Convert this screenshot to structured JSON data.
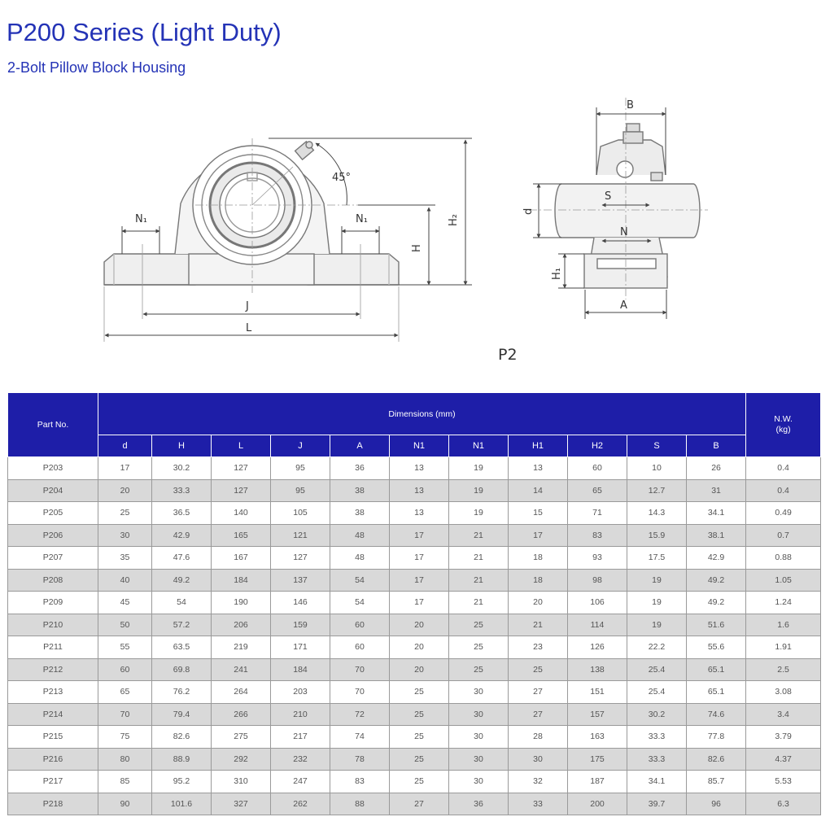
{
  "header": {
    "title": "P200 Series (Light Duty)",
    "subtitle": "2-Bolt Pillow Block Housing"
  },
  "drawing": {
    "labels": {
      "n1_left": "N₁",
      "n1_right": "N₁",
      "angle": "45°",
      "h": "H",
      "h2": "H₂",
      "j": "J",
      "l": "L",
      "b": "B",
      "d": "d",
      "s": "S",
      "n": "N",
      "h1": "H₁",
      "a": "A",
      "model": "P2"
    }
  },
  "table": {
    "part_header": "Part No.",
    "group_header": "Dimensions (mm)",
    "weight_header": "N.W.\n(kg)",
    "columns": [
      "d",
      "H",
      "L",
      "J",
      "A",
      "N1",
      "N1",
      "H1",
      "H2",
      "S",
      "B"
    ],
    "rows": [
      [
        "P203",
        "17",
        "30.2",
        "127",
        "95",
        "36",
        "13",
        "19",
        "13",
        "60",
        "10",
        "26",
        "0.4"
      ],
      [
        "P204",
        "20",
        "33.3",
        "127",
        "95",
        "38",
        "13",
        "19",
        "14",
        "65",
        "12.7",
        "31",
        "0.4"
      ],
      [
        "P205",
        "25",
        "36.5",
        "140",
        "105",
        "38",
        "13",
        "19",
        "15",
        "71",
        "14.3",
        "34.1",
        "0.49"
      ],
      [
        "P206",
        "30",
        "42.9",
        "165",
        "121",
        "48",
        "17",
        "21",
        "17",
        "83",
        "15.9",
        "38.1",
        "0.7"
      ],
      [
        "P207",
        "35",
        "47.6",
        "167",
        "127",
        "48",
        "17",
        "21",
        "18",
        "93",
        "17.5",
        "42.9",
        "0.88"
      ],
      [
        "P208",
        "40",
        "49.2",
        "184",
        "137",
        "54",
        "17",
        "21",
        "18",
        "98",
        "19",
        "49.2",
        "1.05"
      ],
      [
        "P209",
        "45",
        "54",
        "190",
        "146",
        "54",
        "17",
        "21",
        "20",
        "106",
        "19",
        "49.2",
        "1.24"
      ],
      [
        "P210",
        "50",
        "57.2",
        "206",
        "159",
        "60",
        "20",
        "25",
        "21",
        "114",
        "19",
        "51.6",
        "1.6"
      ],
      [
        "P211",
        "55",
        "63.5",
        "219",
        "171",
        "60",
        "20",
        "25",
        "23",
        "126",
        "22.2",
        "55.6",
        "1.91"
      ],
      [
        "P212",
        "60",
        "69.8",
        "241",
        "184",
        "70",
        "20",
        "25",
        "25",
        "138",
        "25.4",
        "65.1",
        "2.5"
      ],
      [
        "P213",
        "65",
        "76.2",
        "264",
        "203",
        "70",
        "25",
        "30",
        "27",
        "151",
        "25.4",
        "65.1",
        "3.08"
      ],
      [
        "P214",
        "70",
        "79.4",
        "266",
        "210",
        "72",
        "25",
        "30",
        "27",
        "157",
        "30.2",
        "74.6",
        "3.4"
      ],
      [
        "P215",
        "75",
        "82.6",
        "275",
        "217",
        "74",
        "25",
        "30",
        "28",
        "163",
        "33.3",
        "77.8",
        "3.79"
      ],
      [
        "P216",
        "80",
        "88.9",
        "292",
        "232",
        "78",
        "25",
        "30",
        "30",
        "175",
        "33.3",
        "82.6",
        "4.37"
      ],
      [
        "P217",
        "85",
        "95.2",
        "310",
        "247",
        "83",
        "25",
        "30",
        "32",
        "187",
        "34.1",
        "85.7",
        "5.53"
      ],
      [
        "P218",
        "90",
        "101.6",
        "327",
        "262",
        "88",
        "27",
        "36",
        "33",
        "200",
        "39.7",
        "96",
        "6.3"
      ]
    ]
  }
}
